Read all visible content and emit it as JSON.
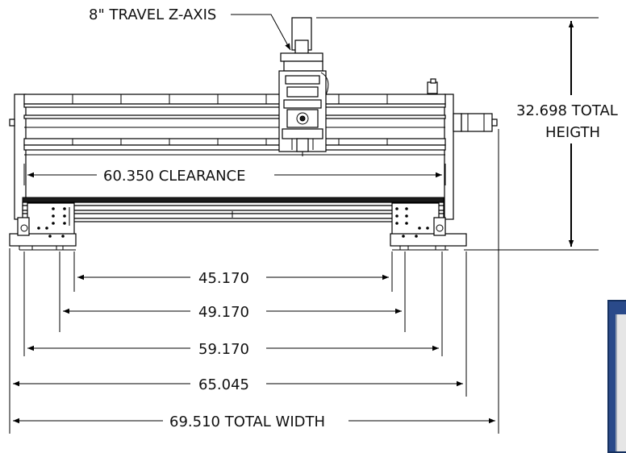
{
  "labels": {
    "z_axis": "8\" TRAVEL Z-AXIS",
    "clearance": "60.350 CLEARANCE",
    "total_height_line1": "32.698 TOTAL",
    "total_height_line2": "HEIGTH",
    "dim_1": "45.170",
    "dim_2": "49.170",
    "dim_3": "59.170",
    "dim_4": "65.045",
    "total_width": "69.510 TOTAL WIDTH"
  },
  "colors": {
    "line": "#000000",
    "panel": "#2a4a8a"
  }
}
